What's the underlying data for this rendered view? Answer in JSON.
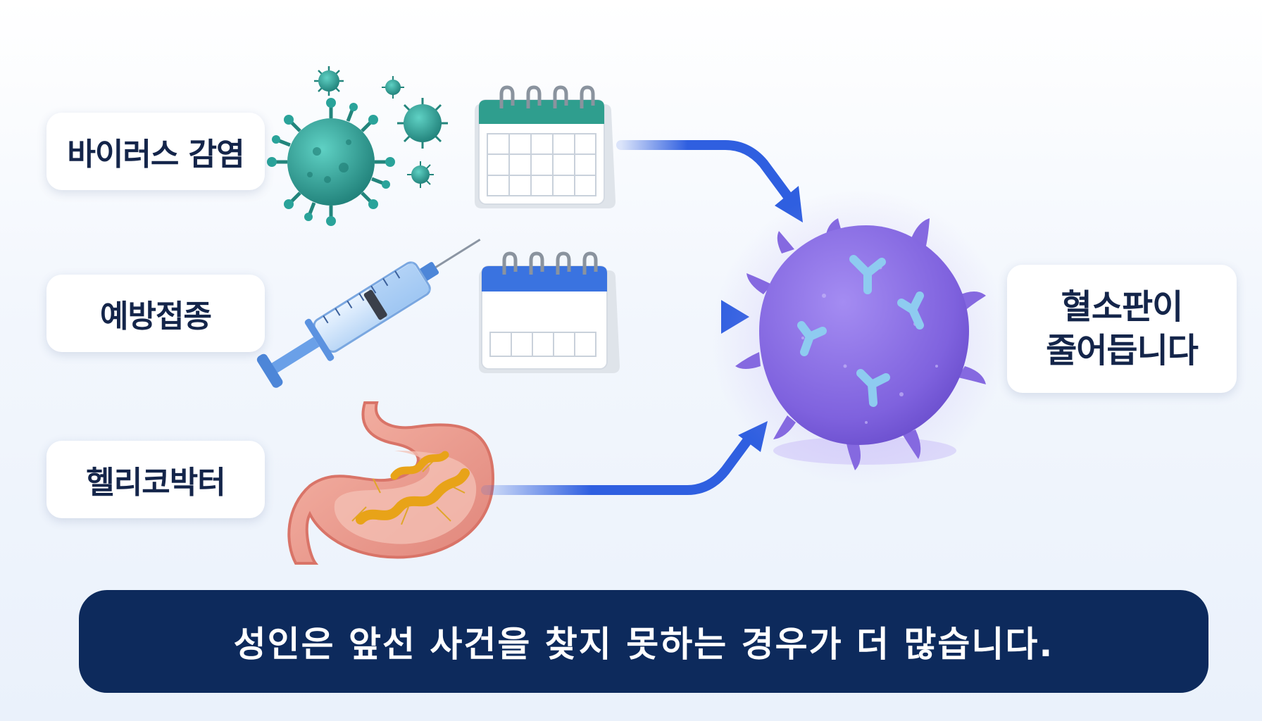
{
  "causes": [
    {
      "label": "바이러스 감염",
      "icon": "virus-icon"
    },
    {
      "label": "예방접종",
      "icon": "syringe-icon"
    },
    {
      "label": "헬리코박터",
      "icon": "stomach-bacteria-icon"
    }
  ],
  "result": {
    "line1": "혈소판이",
    "line2": "줄어듭니다",
    "icon": "immune-cell-antibody-icon"
  },
  "footer": {
    "text": "성인은 앞선 사건을 찾지 못하는 경우가 더 많습니다."
  },
  "colors": {
    "banner": "#0d2a5c",
    "label_text": "#14254a",
    "arrow": "#2f5fe0",
    "virus": "#2aa39a",
    "calendar_teal": "#2f9e8e",
    "calendar_blue": "#3a73e0",
    "cell": "#8e72e6",
    "antibody": "#8ecbf0"
  }
}
